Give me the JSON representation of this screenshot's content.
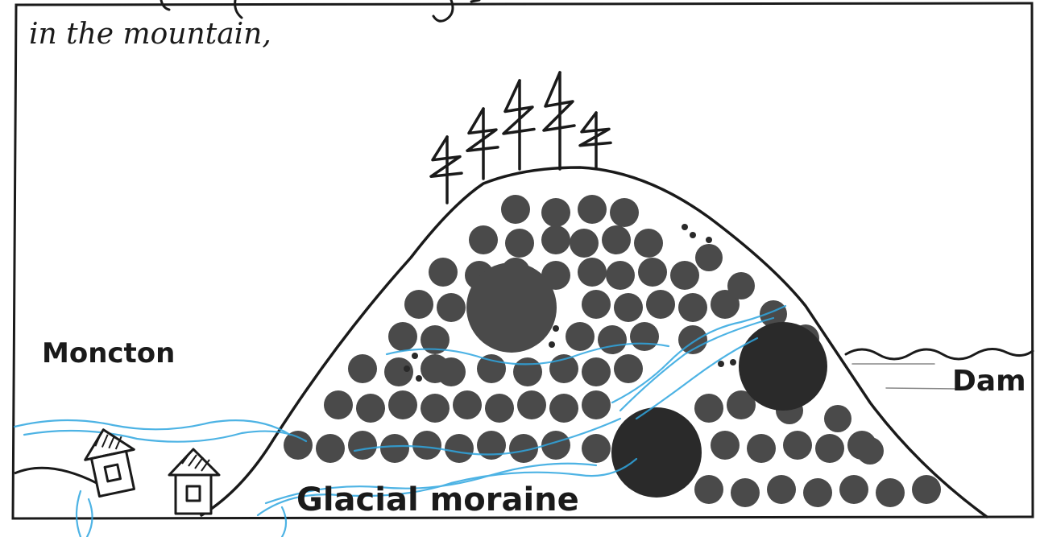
{
  "caption": "in the mountain,",
  "labels": {
    "town": "Moncton",
    "dam": "Dam",
    "moraine": "Glacial moraine"
  },
  "colors": {
    "ink": "#1a1a1a",
    "boulder": "#4a4a4a",
    "boulder_dark": "#2a2a2a",
    "water": "#2fa6e0",
    "paper": "#ffffff"
  },
  "icons": {
    "tree": "pine-tree-icon",
    "house": "house-icon",
    "boulder": "boulder-icon"
  }
}
